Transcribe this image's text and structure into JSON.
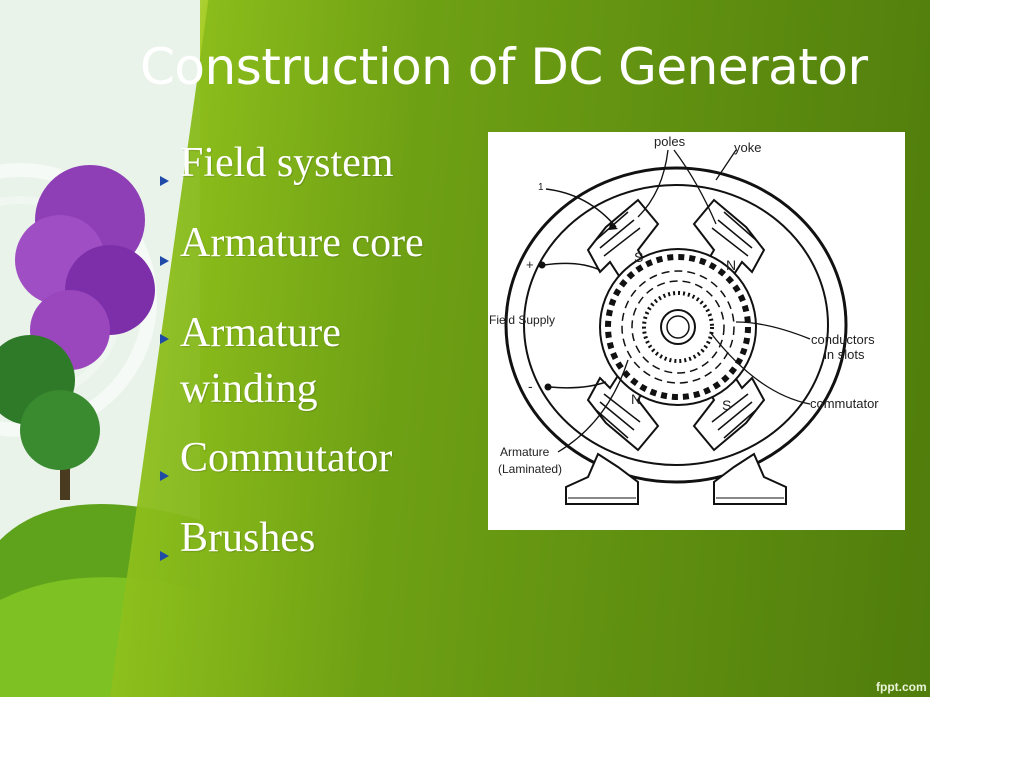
{
  "slide": {
    "title": "Construction of DC Generator",
    "bullets": [
      "Field system",
      "Armature core",
      "Armature winding",
      "Commutator",
      "Brushes"
    ],
    "footer_brand": "fppt.com"
  },
  "diagram": {
    "labels": {
      "poles": "poles",
      "yoke": "yoke",
      "field_supply": "Field Supply",
      "plus": "+",
      "minus": "-",
      "conductors": "conductors",
      "in_slots": "in slots",
      "commutator": "commutator",
      "armature": "Armature",
      "laminated": "(Laminated)",
      "pole_s_top": "S",
      "pole_n_top": "N",
      "pole_n_bottom": "N",
      "pole_s_bottom": "S"
    }
  }
}
